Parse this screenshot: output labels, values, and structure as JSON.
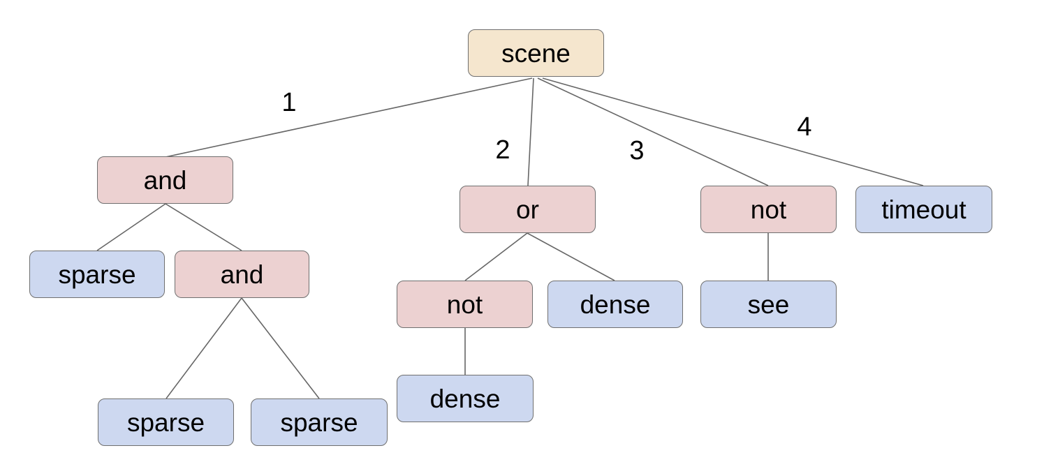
{
  "diagram": {
    "background": "#ffffff",
    "colors": {
      "root_fill": "#f5e6ce",
      "operator_fill": "#ecd1d1",
      "leaf_fill": "#cdd8f0",
      "node_border": "#6f6f6f",
      "edge_line": "#666666",
      "text": "#000000"
    },
    "nodes": {
      "scene": {
        "label": "scene",
        "kind": "root"
      },
      "and1": {
        "label": "and",
        "kind": "operator"
      },
      "or1": {
        "label": "or",
        "kind": "operator"
      },
      "not1": {
        "label": "not",
        "kind": "operator"
      },
      "timeout1": {
        "label": "timeout",
        "kind": "leaf"
      },
      "sparse1": {
        "label": "sparse",
        "kind": "leaf"
      },
      "and2": {
        "label": "and",
        "kind": "operator"
      },
      "not2": {
        "label": "not",
        "kind": "operator"
      },
      "dense1": {
        "label": "dense",
        "kind": "leaf"
      },
      "see1": {
        "label": "see",
        "kind": "leaf"
      },
      "sparse2": {
        "label": "sparse",
        "kind": "leaf"
      },
      "sparse3": {
        "label": "sparse",
        "kind": "leaf"
      },
      "dense2": {
        "label": "dense",
        "kind": "leaf"
      }
    },
    "edges": [
      {
        "from": "scene",
        "to": "and1",
        "label": "1"
      },
      {
        "from": "scene",
        "to": "or1",
        "label": "2"
      },
      {
        "from": "scene",
        "to": "not1",
        "label": "3"
      },
      {
        "from": "scene",
        "to": "timeout1",
        "label": "4"
      },
      {
        "from": "and1",
        "to": "sparse1",
        "label": ""
      },
      {
        "from": "and1",
        "to": "and2",
        "label": ""
      },
      {
        "from": "and2",
        "to": "sparse2",
        "label": ""
      },
      {
        "from": "and2",
        "to": "sparse3",
        "label": ""
      },
      {
        "from": "or1",
        "to": "not2",
        "label": ""
      },
      {
        "from": "or1",
        "to": "dense1",
        "label": ""
      },
      {
        "from": "not2",
        "to": "dense2",
        "label": ""
      },
      {
        "from": "not1",
        "to": "see1",
        "label": ""
      }
    ]
  }
}
